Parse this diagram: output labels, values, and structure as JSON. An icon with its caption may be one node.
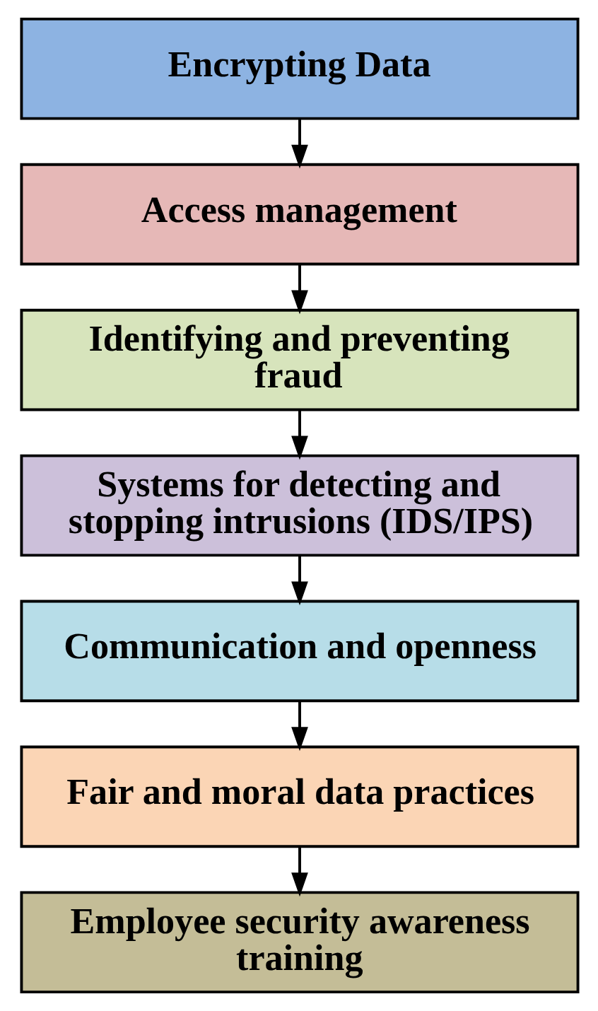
{
  "diagram": {
    "nodes": [
      {
        "text": [
          "Encrypting Data"
        ]
      },
      {
        "text": [
          "Access management"
        ]
      },
      {
        "text": [
          "Identifying and preventing fraud"
        ]
      },
      {
        "text": [
          "Systems for detecting and stopping intrusions (IDS/IPS)"
        ]
      },
      {
        "text": [
          "Communication and openness"
        ]
      },
      {
        "text": [
          "Fair and moral data practices"
        ]
      },
      {
        "text": [
          "Employee security awareness training"
        ]
      }
    ],
    "edges": [
      {
        "from": 0,
        "to": 1,
        "arrow": "to"
      },
      {
        "from": 1,
        "to": 2,
        "arrow": "to"
      },
      {
        "from": 2,
        "to": 3,
        "arrow": "to"
      },
      {
        "from": 3,
        "to": 4,
        "arrow": "to"
      },
      {
        "from": 4,
        "to": 5,
        "arrow": "to"
      },
      {
        "from": 5,
        "to": 6,
        "arrow": "to"
      }
    ]
  }
}
